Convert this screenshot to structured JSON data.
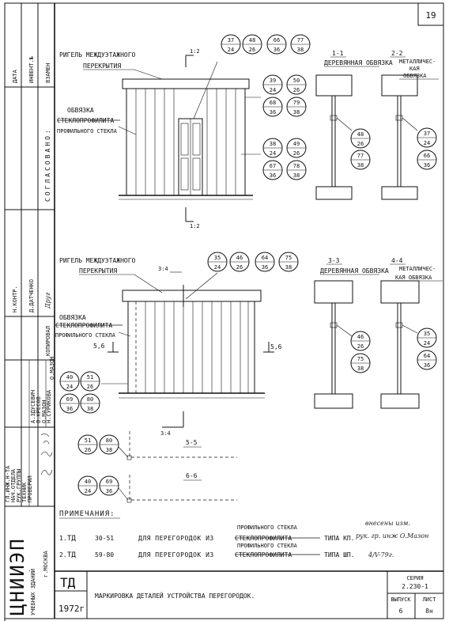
{
  "sheet": {
    "number": "19"
  },
  "left_strip": {
    "columns": [
      "ДАТА",
      "ИНВЕНТ.№",
      "ВЗАМЕН"
    ],
    "agreed": "СОГЛАСОВАНО:",
    "chief": "Н.КОНТР.",
    "chief_name": "Д.ДАТЧЕНКО",
    "chief_sign": "Друг",
    "roles": [
      "ГЛ.ИНЖ.Н-ТА",
      "НАЧ.ОТДЕЛА",
      "РУК.ГРУППЫ",
      "ТЕХНИК",
      "ПРОВЕРИЛ"
    ],
    "names": [
      "А.ЗДУСЕВИЧ",
      "В.КРЕСОВ",
      "О.МАЗОН",
      "Н.СУРИКОВА",
      "О.МАЗОН"
    ],
    "copy_label": "КОПИРОВАЛ",
    "institute": "ЦНИИЭП",
    "institute_sub": "УЧЕБНЫХ ЗДАНИЙ",
    "city": "г.МОСКВА"
  },
  "top_elevation": {
    "beam_label": [
      "РИГЕЛЬ МЕЖДУЭТАЖНОГО",
      "ПЕРЕКРЫТИЯ"
    ],
    "strap_label": [
      "ОБВЯЗКА",
      "СТЕКЛОПРОФИЛИТА"
    ],
    "strap_replacement": "ПРОФИЛЬНОГО СТЕКЛА",
    "section_mark": "1:2",
    "bubbles_top": [
      [
        "37",
        "24"
      ],
      [
        "48",
        "26"
      ],
      [
        "66",
        "36"
      ],
      [
        "77",
        "38"
      ]
    ],
    "bubbles_mid": [
      [
        "39",
        "24"
      ],
      [
        "50",
        "26"
      ],
      [
        "68",
        "36"
      ],
      [
        "79",
        "38"
      ]
    ],
    "bubbles_low": [
      [
        "38",
        "24"
      ],
      [
        "49",
        "26"
      ],
      [
        "67",
        "36"
      ],
      [
        "78",
        "38"
      ]
    ]
  },
  "section_1_1": {
    "mark": "1-1",
    "title": "ДЕРЕВЯННАЯ ОБВЯЗКА",
    "bubbles": [
      [
        "48",
        "26"
      ],
      [
        "77",
        "38"
      ]
    ]
  },
  "section_2_2": {
    "mark": "2-2",
    "title": [
      "МЕТАЛЛИЧЕС-",
      "КАЯ",
      "ОБВЯЗКА"
    ],
    "bubbles": [
      [
        "37",
        "24"
      ],
      [
        "66",
        "36"
      ]
    ]
  },
  "bottom_elevation": {
    "beam_label": [
      "РИГЕЛЬ МЕЖДУЭТАЖНОГО",
      "ПЕРЕКРЫТИЯ"
    ],
    "strap_label": [
      "ОБВЯЗКА",
      "СТЕКЛОПРОФИЛИТА"
    ],
    "strap_replacement": "ПРОФИЛЬНОГО СТЕКЛА",
    "mark_34": "3:4",
    "mark_56": "5,6",
    "bubbles_top": [
      [
        "35",
        "24"
      ],
      [
        "46",
        "26"
      ],
      [
        "64",
        "36"
      ],
      [
        "75",
        "38"
      ]
    ],
    "bubbles_left": [
      [
        "40",
        "24"
      ],
      [
        "51",
        "26"
      ],
      [
        "69",
        "36"
      ],
      [
        "80",
        "38"
      ]
    ]
  },
  "section_3_3": {
    "mark": "3-3",
    "title": "ДЕРЕВЯННАЯ ОБВЯЗКА",
    "bubbles": [
      [
        "46",
        "26"
      ],
      [
        "75",
        "38"
      ]
    ]
  },
  "section_4_4": {
    "mark": "4-4",
    "title": [
      "МЕТАЛЛИЧЕС-",
      "КАЯ ОБВЯЗКА"
    ],
    "bubbles": [
      [
        "35",
        "24"
      ],
      [
        "64",
        "36"
      ]
    ]
  },
  "plan_5_5": {
    "mark": "5-5",
    "bubbles": [
      [
        "51",
        "26"
      ],
      [
        "80",
        "38"
      ]
    ]
  },
  "plan_6_6": {
    "mark": "6-6",
    "bubbles": [
      [
        "40",
        "24"
      ],
      [
        "69",
        "36"
      ]
    ]
  },
  "notes": {
    "heading": "ПРИМЕЧАНИЯ:",
    "line1": {
      "num": "1.",
      "code": "ТД",
      "range": "30-51",
      "text": "ДЛЯ ПЕРЕГОРОДОК ИЗ",
      "struck": "СТЕКЛОПРОФИЛИТА",
      "replacement": "ПРОФИЛЬНОГО СТЕКЛА",
      "type": "ТИПА КП."
    },
    "line2": {
      "num": "2.",
      "code": "ТД",
      "range": "59-80",
      "text": "ДЛЯ ПЕРЕГОРОДОК ИЗ",
      "struck": "СТЕКЛОПРОФИЛИТА",
      "replacement": "ПРОФИЛЬНОГО СТЕКЛА",
      "type": "ТИПА ШП."
    },
    "handwritten": [
      "внесены изм.",
      "рук. гр. инж О.Мазон",
      "4/V-79г."
    ]
  },
  "title_block": {
    "code": "ТД",
    "year": "1972г",
    "title": "МАРКИРОВКА   ДЕТАЛЕЙ   УСТРОЙСТВА   ПЕРЕГОРОДОК.",
    "series_label": "СЕРИЯ",
    "series": "2.230-1",
    "issue_label": "ВЫПУСК",
    "issue": "6",
    "sheet_label": "ЛИСТ",
    "sheet": "8н"
  }
}
